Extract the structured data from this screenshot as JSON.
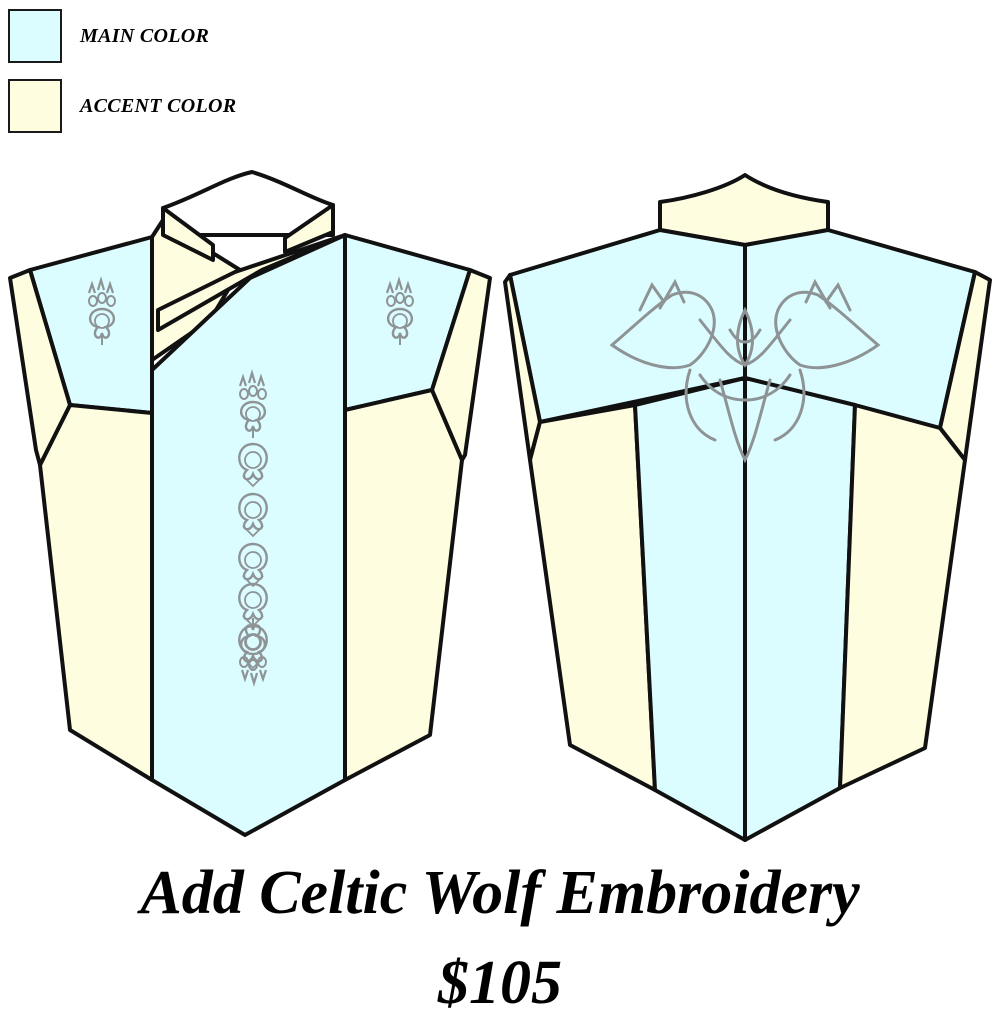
{
  "legend": [
    {
      "label": "MAIN COLOR",
      "color": "#dcfdff"
    },
    {
      "label": "ACCENT COLOR",
      "color": "#fefde0"
    }
  ],
  "colors": {
    "main": "#dcfdff",
    "accent": "#fefde0",
    "outline": "#111111",
    "embroidery": "#8e9496"
  },
  "garment": {
    "front_view": "vest-front",
    "back_view": "vest-back",
    "embroidery_motifs": [
      "bear-paw-celtic-knot-icon",
      "celtic-wolf-knot-icon"
    ]
  },
  "offer": {
    "title": "Add Celtic Wolf Embroidery",
    "price": "$105"
  }
}
